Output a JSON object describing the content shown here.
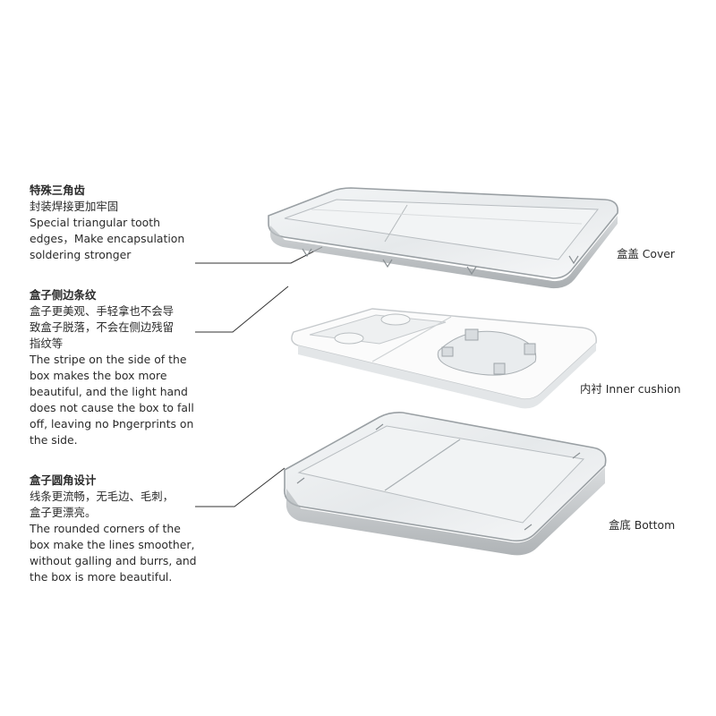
{
  "annotations": [
    {
      "title": "特殊三角齿",
      "lines_zh": [
        "封装焊接更加牢固"
      ],
      "lines_en": [
        "Special triangular tooth",
        "edges，Make encapsulation",
        "soldering stronger"
      ]
    },
    {
      "title": "盒子侧边条纹",
      "lines_zh": [
        "盒子更美观、手轻拿也不会导",
        "致盒子脱落，不会在侧边残留",
        "指纹等"
      ],
      "lines_en": [
        "The stripe on the side of the",
        "box makes the box more",
        "beautiful, and the light hand",
        "does not cause the box to fall",
        "off, leaving no Þngerprints on",
        "the side."
      ]
    },
    {
      "title": "盒子圆角设计",
      "lines_zh": [
        "线条更流畅，无毛边、毛刺，",
        "盒子更漂亮。"
      ],
      "lines_en": [
        "The rounded corners of the",
        "box make the lines smoother,",
        "without galling and burrs, and",
        "the box is more beautiful."
      ]
    }
  ],
  "parts": {
    "cover": "盒盖 Cover",
    "inner": "内衬 Inner cushion",
    "bottom": "盒底 Bottom"
  }
}
